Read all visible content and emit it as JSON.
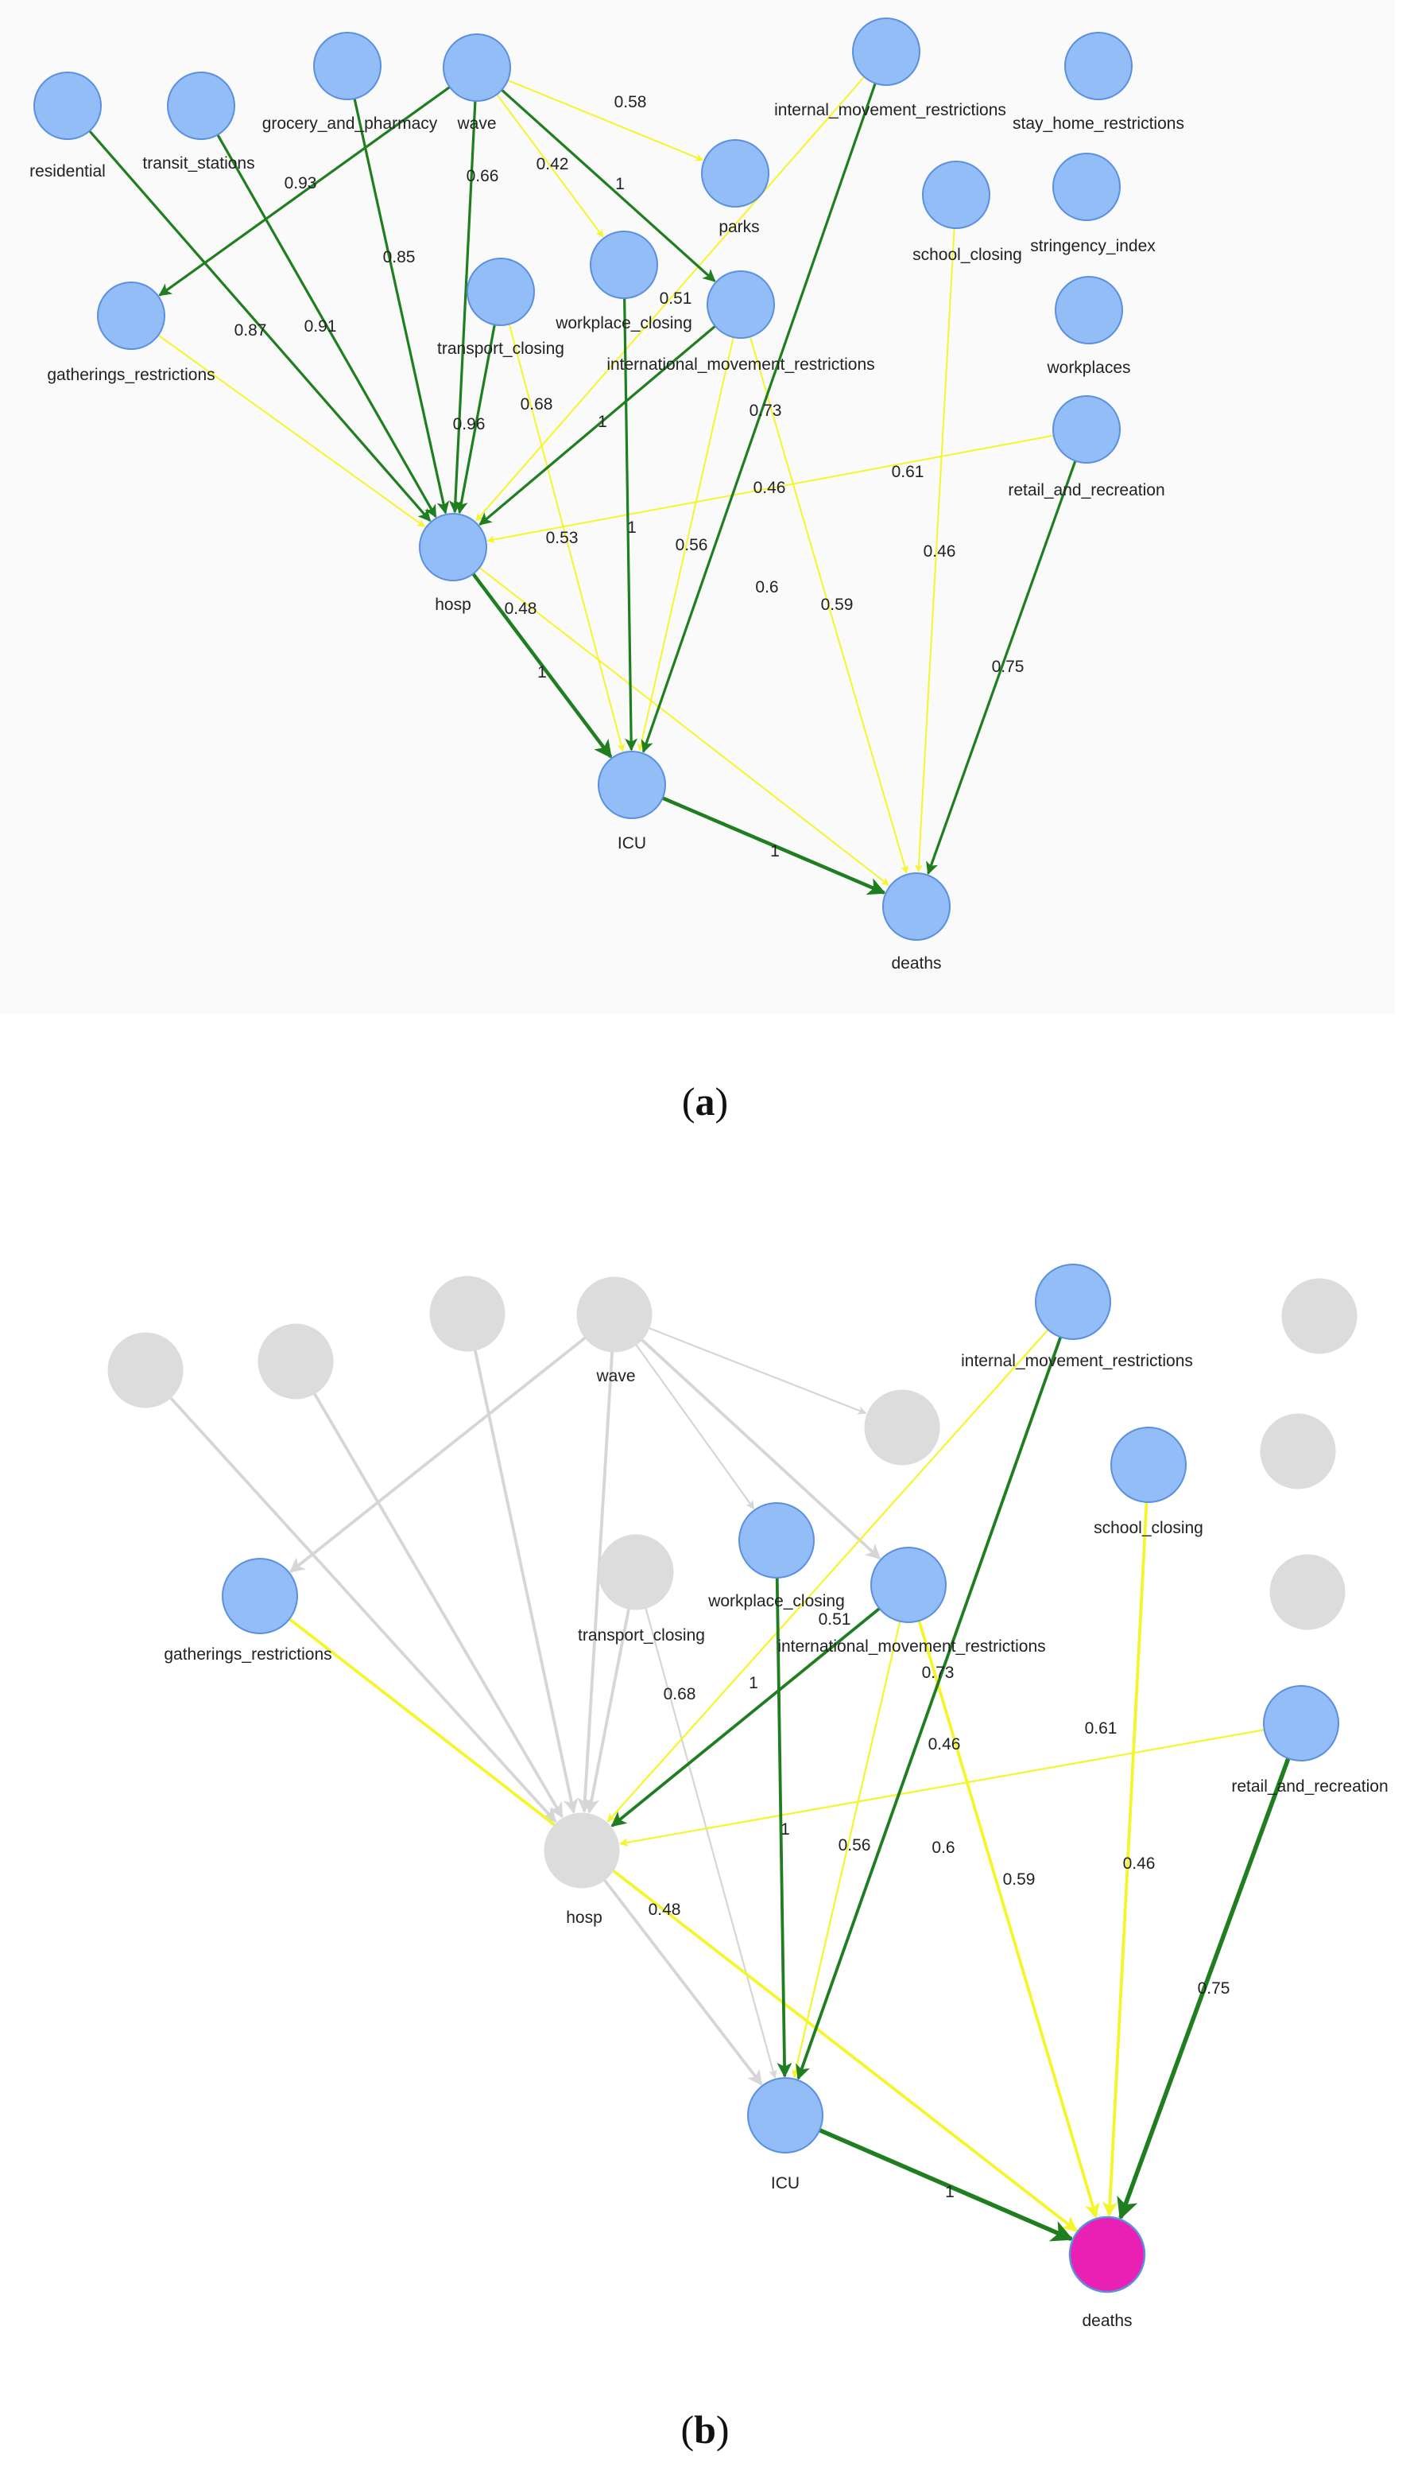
{
  "colors": {
    "node_blue": "#92bdf7",
    "node_blue_stroke": "#5b8fe0",
    "node_grey": "#dcdcdc",
    "node_pink": "#ea1fb4",
    "edge_green": "#1f7e1f",
    "edge_yellow": "#f5f52b",
    "edge_grey": "#d6d6d6"
  },
  "panels": [
    {
      "id": "a",
      "caption_label": "a",
      "nodes": [
        {
          "id": "wave",
          "label": "wave",
          "state": "active"
        },
        {
          "id": "residential",
          "label": "residential",
          "state": "active"
        },
        {
          "id": "transit",
          "label": "transit_stations",
          "state": "active"
        },
        {
          "id": "grocery",
          "label": "grocery_and_pharmacy",
          "state": "active"
        },
        {
          "id": "parks",
          "label": "parks",
          "state": "active"
        },
        {
          "id": "internal",
          "label": "internal_movement_restrictions",
          "state": "active"
        },
        {
          "id": "stayhome",
          "label": "stay_home_restrictions",
          "state": "active"
        },
        {
          "id": "school",
          "label": "school_closing",
          "state": "active"
        },
        {
          "id": "stringency",
          "label": "stringency_index",
          "state": "active"
        },
        {
          "id": "workplaces",
          "label": "workplaces",
          "state": "active"
        },
        {
          "id": "gatherings",
          "label": "gatherings_restrictions",
          "state": "active"
        },
        {
          "id": "transport",
          "label": "transport_closing",
          "state": "active"
        },
        {
          "id": "workclosing",
          "label": "workplace_closing",
          "state": "active"
        },
        {
          "id": "intl",
          "label": "international_movement_restrictions",
          "state": "active"
        },
        {
          "id": "retail",
          "label": "retail_and_recreation",
          "state": "active"
        },
        {
          "id": "hosp",
          "label": "hosp",
          "state": "active"
        },
        {
          "id": "icu",
          "label": "ICU",
          "state": "active"
        },
        {
          "id": "deaths",
          "label": "deaths",
          "state": "active"
        }
      ],
      "edges": [
        {
          "from": "wave",
          "to": "parks",
          "weight": "0.58",
          "color": "yellow",
          "width": "thin"
        },
        {
          "from": "wave",
          "to": "workclosing",
          "weight": "0.42",
          "color": "yellow",
          "width": "thin"
        },
        {
          "from": "wave",
          "to": "intl",
          "weight": "1",
          "color": "green",
          "width": "medium"
        },
        {
          "from": "wave",
          "to": "hosp",
          "weight": "0.66",
          "color": "green",
          "width": "medium"
        },
        {
          "from": "wave",
          "to": "gatherings",
          "weight": "0.93",
          "color": "green",
          "width": "medium"
        },
        {
          "from": "residential",
          "to": "hosp",
          "weight": "0.87",
          "color": "green",
          "width": "medium"
        },
        {
          "from": "transit",
          "to": "hosp",
          "weight": "0.91",
          "color": "green",
          "width": "medium"
        },
        {
          "from": "grocery",
          "to": "hosp",
          "weight": "0.85",
          "color": "green",
          "width": "medium"
        },
        {
          "from": "transport",
          "to": "hosp",
          "weight": "0.96",
          "color": "green",
          "width": "medium"
        },
        {
          "from": "intl",
          "to": "hosp",
          "weight": "1",
          "color": "green",
          "width": "medium"
        },
        {
          "from": "gatherings",
          "to": "hosp",
          "weight": "",
          "color": "yellow",
          "width": "thin"
        },
        {
          "from": "internal",
          "to": "hosp",
          "weight": "0.51",
          "color": "yellow",
          "width": "thin"
        },
        {
          "from": "retail",
          "to": "hosp",
          "weight": "0.61",
          "color": "yellow",
          "width": "thin"
        },
        {
          "from": "hosp",
          "to": "icu",
          "weight": "1",
          "color": "green",
          "width": "thick"
        },
        {
          "from": "workclosing",
          "to": "icu",
          "weight": "1",
          "color": "green",
          "width": "medium"
        },
        {
          "from": "internal",
          "to": "icu",
          "weight": "0.73",
          "color": "green",
          "width": "medium"
        },
        {
          "from": "transport",
          "to": "icu",
          "weight": "0.68",
          "color": "yellow",
          "width": "thin"
        },
        {
          "from": "intl",
          "to": "icu",
          "weight": "0.56",
          "color": "yellow",
          "width": "thin"
        },
        {
          "from": "icu",
          "to": "deaths",
          "weight": "1",
          "color": "green",
          "width": "thick"
        },
        {
          "from": "hosp",
          "to": "deaths",
          "weight": "0.48",
          "color": "yellow",
          "width": "thin"
        },
        {
          "from": "school",
          "to": "deaths",
          "weight": "0.46",
          "color": "yellow",
          "width": "thin"
        },
        {
          "from": "intl",
          "to": "deaths",
          "weight": "0.59",
          "color": "yellow",
          "width": "thin"
        },
        {
          "from": "retail",
          "to": "deaths",
          "weight": "0.75",
          "color": "green",
          "width": "medium"
        }
      ],
      "free_labels": [
        "0.53",
        "0.46",
        "0.6"
      ]
    },
    {
      "id": "b",
      "caption_label": "b",
      "nodes": [
        {
          "id": "wave",
          "label": "wave",
          "state": "faded"
        },
        {
          "id": "residential",
          "label": "",
          "state": "faded"
        },
        {
          "id": "transit",
          "label": "",
          "state": "faded"
        },
        {
          "id": "grocery",
          "label": "",
          "state": "faded"
        },
        {
          "id": "parks",
          "label": "",
          "state": "faded"
        },
        {
          "id": "internal",
          "label": "internal_movement_restrictions",
          "state": "active"
        },
        {
          "id": "stayhome",
          "label": "",
          "state": "faded"
        },
        {
          "id": "school",
          "label": "school_closing",
          "state": "active"
        },
        {
          "id": "stringency",
          "label": "",
          "state": "faded"
        },
        {
          "id": "workplaces",
          "label": "",
          "state": "faded"
        },
        {
          "id": "gatherings",
          "label": "gatherings_restrictions",
          "state": "active"
        },
        {
          "id": "transport",
          "label": "transport_closing",
          "state": "faded"
        },
        {
          "id": "workclosing",
          "label": "workplace_closing",
          "state": "active"
        },
        {
          "id": "intl",
          "label": "international_movement_restrictions",
          "state": "active"
        },
        {
          "id": "retail",
          "label": "retail_and_recreation",
          "state": "active"
        },
        {
          "id": "hosp",
          "label": "hosp",
          "state": "faded"
        },
        {
          "id": "icu",
          "label": "ICU",
          "state": "active"
        },
        {
          "id": "deaths",
          "label": "deaths",
          "state": "target"
        }
      ],
      "edges": [
        {
          "from": "wave",
          "to": "parks",
          "weight": "",
          "color": "grey",
          "width": "thin"
        },
        {
          "from": "wave",
          "to": "workclosing",
          "weight": "",
          "color": "grey",
          "width": "thin"
        },
        {
          "from": "wave",
          "to": "intl",
          "weight": "",
          "color": "grey",
          "width": "medium"
        },
        {
          "from": "wave",
          "to": "hosp",
          "weight": "",
          "color": "grey",
          "width": "medium"
        },
        {
          "from": "wave",
          "to": "gatherings",
          "weight": "",
          "color": "grey",
          "width": "medium"
        },
        {
          "from": "residential",
          "to": "hosp",
          "weight": "",
          "color": "grey",
          "width": "medium"
        },
        {
          "from": "transit",
          "to": "hosp",
          "weight": "",
          "color": "grey",
          "width": "medium"
        },
        {
          "from": "grocery",
          "to": "hosp",
          "weight": "",
          "color": "grey",
          "width": "medium"
        },
        {
          "from": "transport",
          "to": "hosp",
          "weight": "",
          "color": "grey",
          "width": "medium"
        },
        {
          "from": "hosp",
          "to": "icu",
          "weight": "",
          "color": "grey",
          "width": "medium"
        },
        {
          "from": "transport",
          "to": "icu",
          "weight": "0.68",
          "color": "grey",
          "width": "thin"
        },
        {
          "from": "intl",
          "to": "hosp",
          "weight": "1",
          "color": "green",
          "width": "medium"
        },
        {
          "from": "internal",
          "to": "hosp",
          "weight": "0.51",
          "color": "yellow",
          "width": "thin"
        },
        {
          "from": "retail",
          "to": "hosp",
          "weight": "0.61",
          "color": "yellow",
          "width": "thin"
        },
        {
          "from": "workclosing",
          "to": "icu",
          "weight": "1",
          "color": "green",
          "width": "medium"
        },
        {
          "from": "internal",
          "to": "icu",
          "weight": "0.73",
          "color": "green",
          "width": "medium"
        },
        {
          "from": "intl",
          "to": "icu",
          "weight": "0.56",
          "color": "yellow",
          "width": "thin"
        },
        {
          "from": "icu",
          "to": "deaths",
          "weight": "1",
          "color": "green",
          "width": "thick"
        },
        {
          "from": "gatherings",
          "to": "deaths",
          "weight": "0.48",
          "color": "yellow",
          "width": "medium"
        },
        {
          "from": "school",
          "to": "deaths",
          "weight": "0.46",
          "color": "yellow",
          "width": "medium"
        },
        {
          "from": "intl",
          "to": "deaths",
          "weight": "0.59",
          "color": "yellow",
          "width": "medium"
        },
        {
          "from": "retail",
          "to": "deaths",
          "weight": "0.75",
          "color": "green",
          "width": "thick"
        }
      ],
      "free_labels": [
        "0.46",
        "0.6"
      ]
    }
  ]
}
